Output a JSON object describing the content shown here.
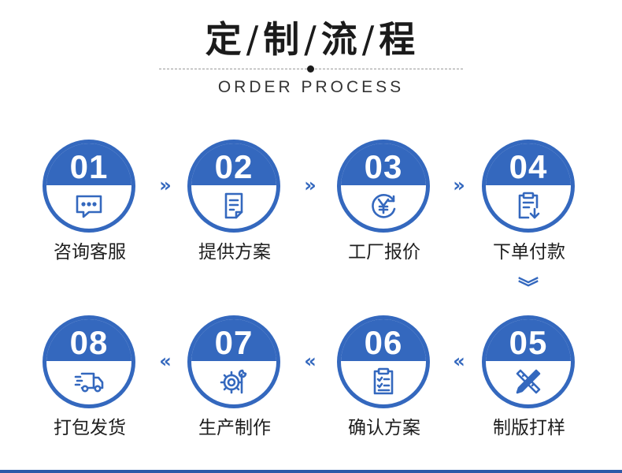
{
  "header": {
    "title_chars": [
      "定",
      "制",
      "流",
      "程"
    ],
    "separator": "/",
    "subtitle": "ORDER PROCESS"
  },
  "colors": {
    "accent": "#3468be",
    "text": "#1e1e1e",
    "bottom_bar": "#2c5aa8"
  },
  "steps": [
    {
      "number": "01",
      "label": "咨询客服",
      "icon": "chat-bubble-icon"
    },
    {
      "number": "02",
      "label": "提供方案",
      "icon": "document-icon"
    },
    {
      "number": "03",
      "label": "工厂报价",
      "icon": "yen-refresh-icon"
    },
    {
      "number": "04",
      "label": "下单付款",
      "icon": "clipboard-download-icon"
    },
    {
      "number": "05",
      "label": "制版打样",
      "icon": "pencil-ruler-icon"
    },
    {
      "number": "06",
      "label": "确认方案",
      "icon": "checklist-icon"
    },
    {
      "number": "07",
      "label": "生产制作",
      "icon": "gear-wrench-icon"
    },
    {
      "number": "08",
      "label": "打包发货",
      "icon": "delivery-truck-icon"
    }
  ],
  "arrows": {
    "right": "»",
    "left": "«",
    "down": "︾"
  }
}
